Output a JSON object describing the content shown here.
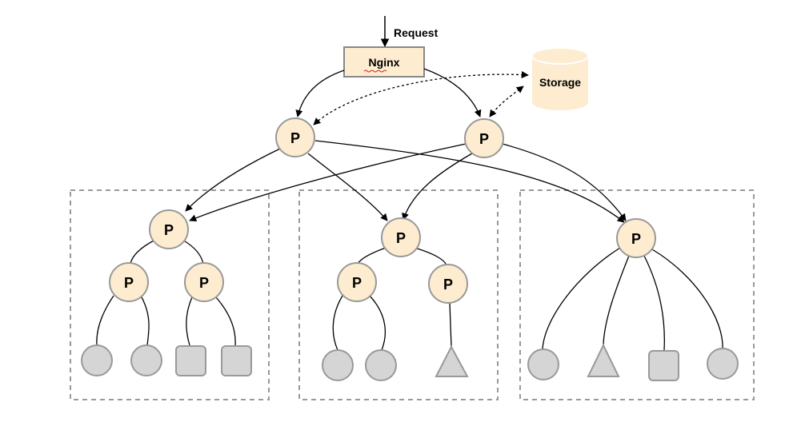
{
  "request_label": "Request",
  "nginx_label": "Nginx",
  "storage_label": "Storage",
  "node_label": "P",
  "colors": {
    "node_fill": "#fdeccf",
    "node_stroke": "#999999",
    "leaf_fill": "#d5d5d5",
    "leaf_stroke": "#999999",
    "box_stroke": "#999999",
    "edge": "#000000",
    "spellcheck": "#d62020"
  }
}
